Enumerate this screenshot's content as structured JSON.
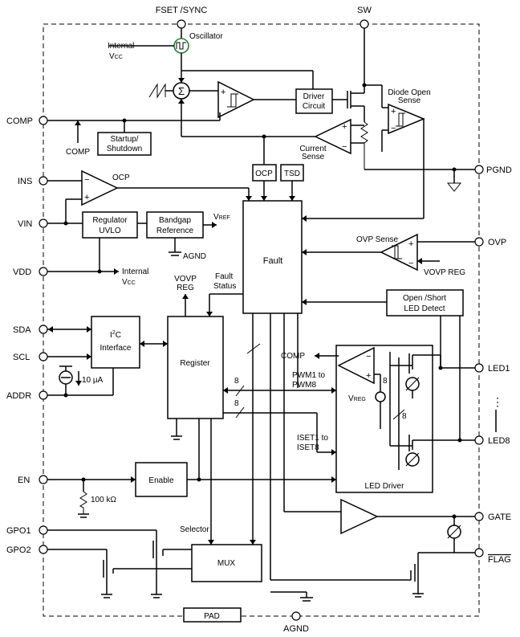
{
  "pins": {
    "fset_sync": "FSET /SYNC",
    "sw": "SW",
    "comp": "COMP",
    "ins": "INS",
    "vin": "VIN",
    "vdd": "VDD",
    "sda": "SDA",
    "scl": "SCL",
    "addr": "ADDR",
    "en": "EN",
    "gpo1": "GPO1",
    "gpo2": "GPO2",
    "pgnd": "PGND",
    "ovp": "OVP",
    "led1": "LED1",
    "led8": "LED8",
    "gate": "GATE",
    "flag": "FLAG",
    "agnd": "AGND",
    "pad": "PAD"
  },
  "blocks": {
    "oscillator": "Oscillator",
    "driver_circuit": [
      "Driver",
      "Circuit"
    ],
    "diode_open_sense": [
      "Diode Open",
      "Sense"
    ],
    "startup_shutdown": [
      "Startup/",
      "Shutdown"
    ],
    "current_sense": [
      "Current",
      "Sense"
    ],
    "ocp_box": "OCP",
    "tsd_box": "TSD",
    "ocp_comparator": "OCP",
    "regulator_uvlo": [
      "Regulator",
      "UVLO"
    ],
    "bandgap_reference": [
      "Bandgap",
      "Reference"
    ],
    "fault": "Fault",
    "ovp_sense": "OVP Sense",
    "i2c_interface": "Interface",
    "register": "Register",
    "open_short_led_detect": [
      "Open /Short",
      "LED Detect"
    ],
    "enable": "Enable",
    "mux": "MUX",
    "led_driver": "LED Driver",
    "selector": "Selector"
  },
  "labels": {
    "internal": "Internal",
    "vcc_v": "V",
    "vcc_sub": "CC",
    "comp_inline": "COMP",
    "vref_v": "V",
    "vref_sub": "REF",
    "agnd_bandgap": "AGND",
    "vovp_reg_right": "VOVP REG",
    "vovp_reg_top": [
      "VOVP",
      "REG"
    ],
    "fault_status": [
      "Fault",
      "Status"
    ],
    "i2c_i": "I",
    "i2c_sup": "2",
    "i2c_c": "C",
    "current_source": "10 µA",
    "resistor": "100 kΩ",
    "comp_driver": "COMP",
    "vreg_v": "V",
    "vreg_sub": "REG",
    "bus_width": "8",
    "pwm": [
      "PWM1 to",
      "PWM8"
    ],
    "iset": [
      "ISET1 to",
      "ISET8"
    ],
    "dots": "⋮",
    "sigma": "Σ"
  }
}
